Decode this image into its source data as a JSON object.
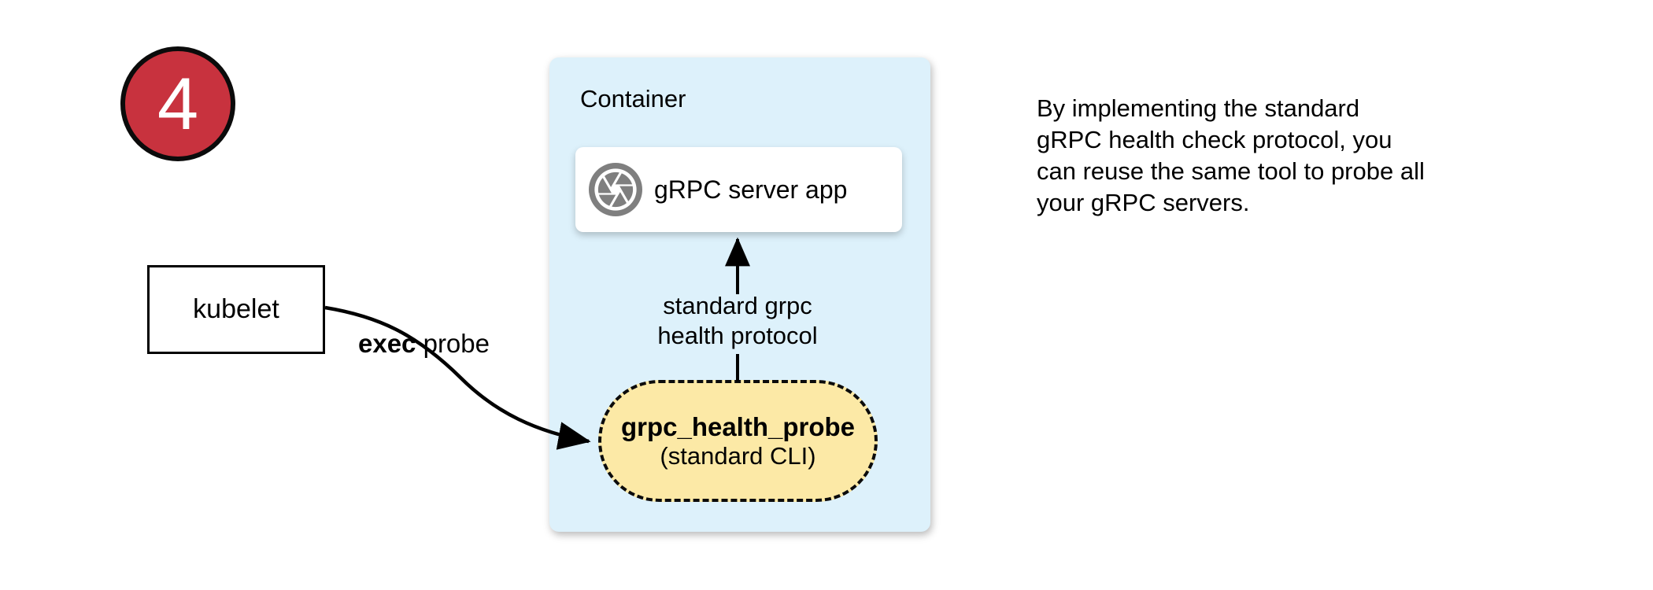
{
  "step_badge": {
    "number": "4",
    "fill": "#C8323E",
    "border": "#0B0B0B",
    "text_color": "#FFFFFF"
  },
  "kubelet": {
    "label": "kubelet"
  },
  "exec_probe_label": {
    "bold": "exec",
    "rest": " probe"
  },
  "container": {
    "title": "Container",
    "fill": "#DDF1FB",
    "server_box": {
      "label": "gRPC server app",
      "icon": "grpc-aperture-icon",
      "icon_color": "#7F7F7F",
      "fill": "#FFFFFF"
    },
    "health_arrow_label": {
      "line1": "standard grpc",
      "line2": "health protocol"
    },
    "probe_box": {
      "title": "grpc_health_probe",
      "subtitle": "(standard CLI)",
      "fill": "#FCE9A6",
      "border_style": "dashed"
    }
  },
  "note": {
    "lines": [
      "By implementing the standard",
      "gRPC health check protocol, you",
      "can reuse the same tool to probe all",
      "your gRPC servers."
    ]
  },
  "connector_color": "#000000"
}
